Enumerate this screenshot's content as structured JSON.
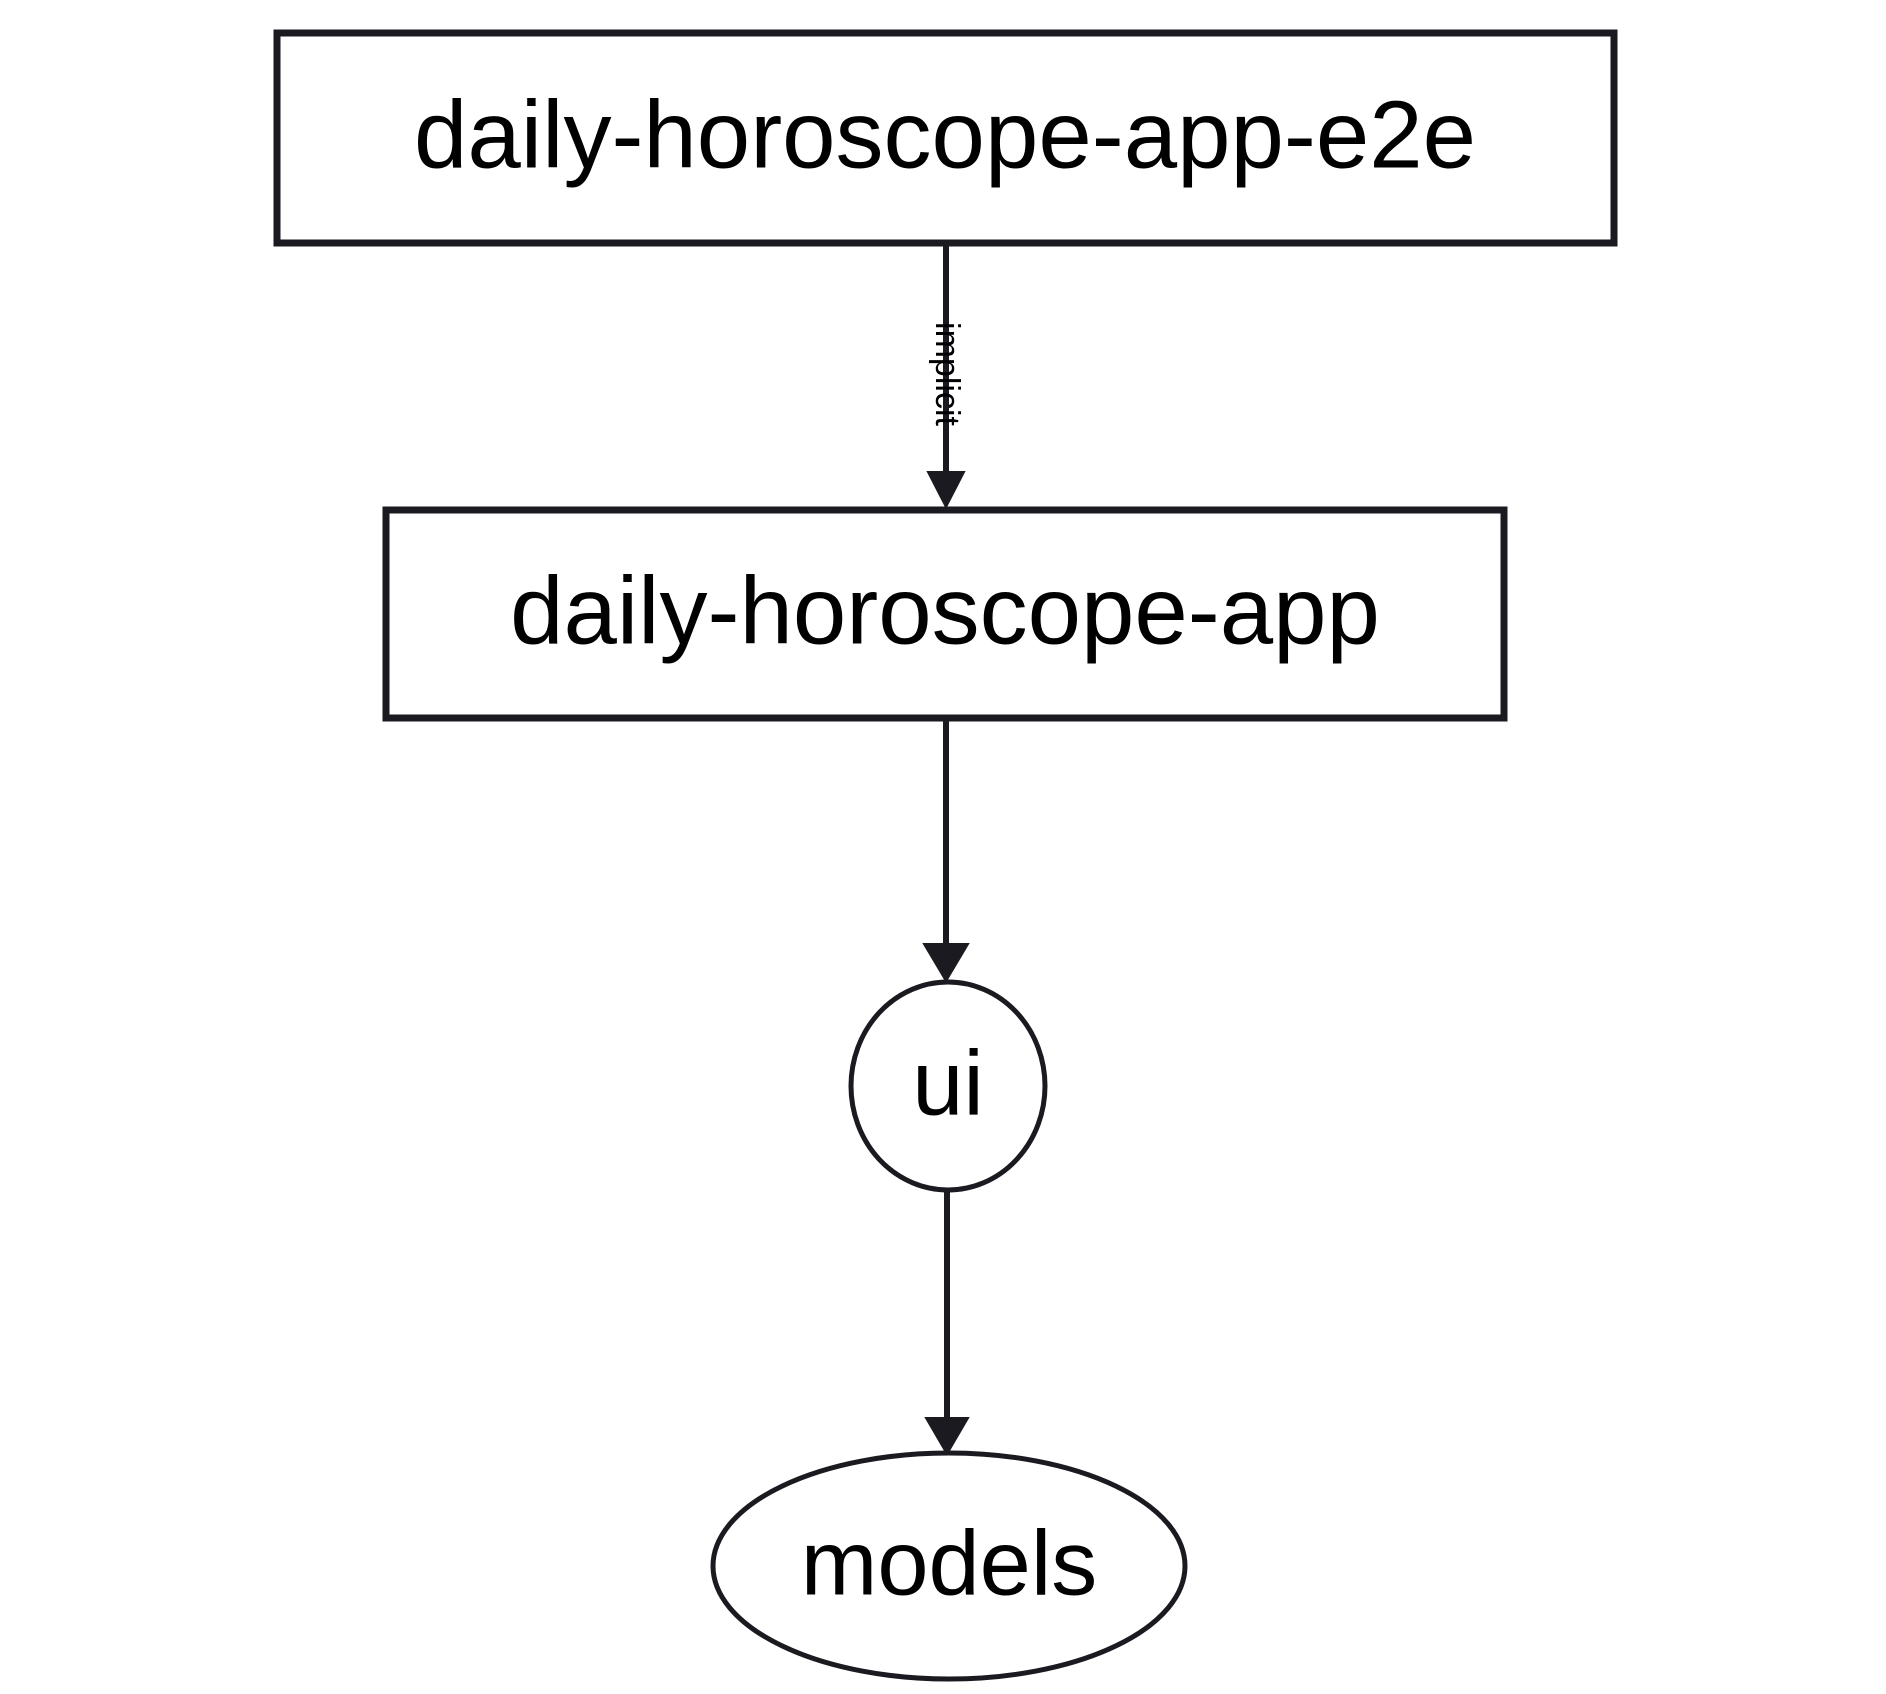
{
  "diagram": {
    "type": "dependency-graph",
    "background_color": "#ffffff",
    "stroke_color": "#1a1a20",
    "text_color": "#000000",
    "nodes": [
      {
        "id": "daily-horoscope-app-e2e",
        "label": "daily-horoscope-app-e2e",
        "shape": "rectangle"
      },
      {
        "id": "daily-horoscope-app",
        "label": "daily-horoscope-app",
        "shape": "rectangle"
      },
      {
        "id": "ui",
        "label": "ui",
        "shape": "ellipse"
      },
      {
        "id": "models",
        "label": "models",
        "shape": "ellipse"
      }
    ],
    "edges": [
      {
        "from": "daily-horoscope-app-e2e",
        "to": "daily-horoscope-app",
        "label": "implicit",
        "label_orientation": "vertical"
      },
      {
        "from": "daily-horoscope-app",
        "to": "ui",
        "label": ""
      },
      {
        "from": "ui",
        "to": "models",
        "label": ""
      }
    ]
  }
}
